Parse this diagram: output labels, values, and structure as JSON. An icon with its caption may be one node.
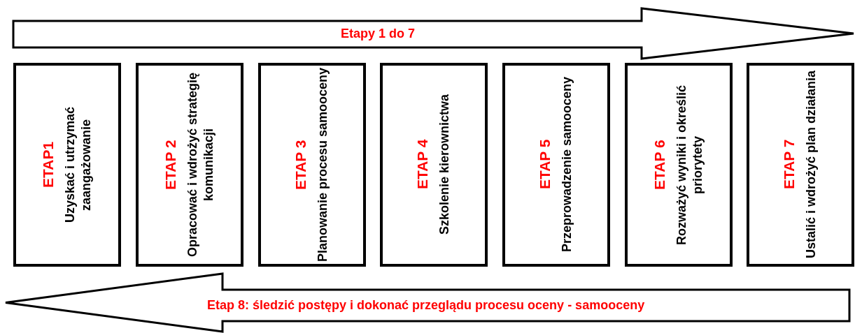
{
  "diagram": {
    "nodes": [
      {
        "text": [
          "Etapy 1 do 7"
        ]
      },
      {
        "text": [
          "ETAP1",
          "Uzyskać i utrzymać zaangażowanie"
        ]
      },
      {
        "text": [
          "ETAP 2",
          "Opracować i wdrożyć strategię komunikacji"
        ]
      },
      {
        "text": [
          "ETAP 3",
          "Planowanie procesu samooceny"
        ]
      },
      {
        "text": [
          "ETAP 4",
          "Szkolenie kierownictwa"
        ]
      },
      {
        "text": [
          "ETAP 5",
          "Przeprowadzenie samooceny"
        ]
      },
      {
        "text": [
          "ETAP 6",
          "Rozważyć wyniki i określić priorytety"
        ]
      },
      {
        "text": [
          "ETAP 7",
          "Ustalić i wdrożyć plan działania"
        ]
      },
      {
        "text": [
          "Etap 8: śledzić postępy i dokonać przeglądu procesu oceny - samooceny"
        ]
      }
    ]
  }
}
